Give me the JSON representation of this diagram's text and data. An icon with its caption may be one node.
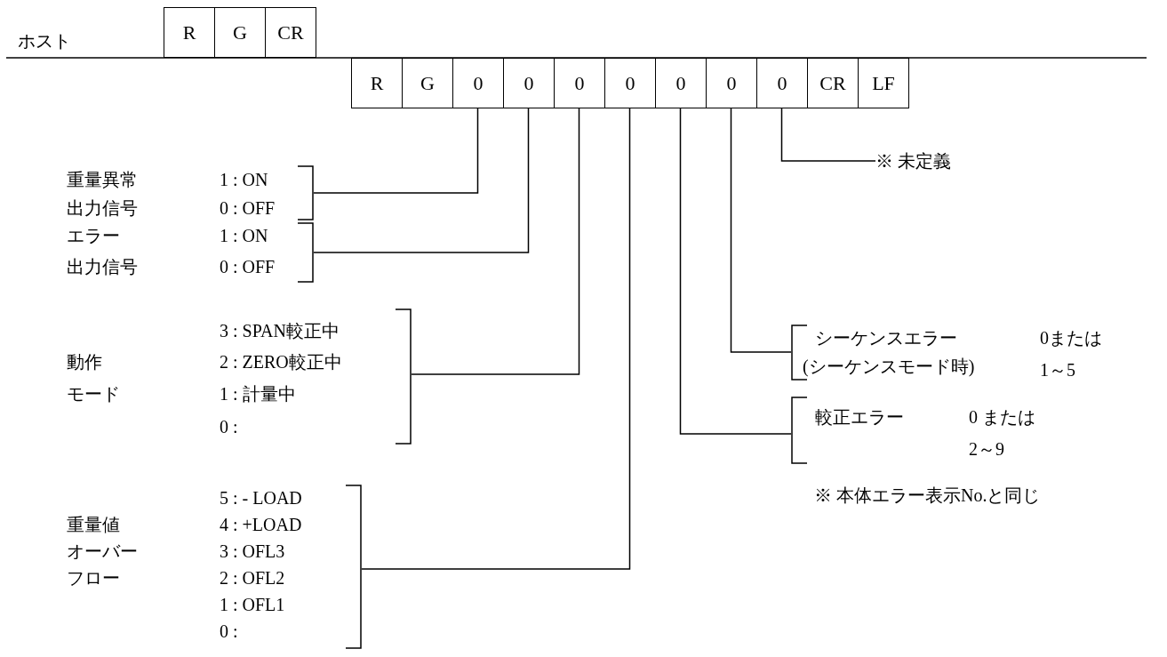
{
  "diagram": {
    "nodes": [
      {
        "text": [
          "R"
        ]
      },
      {
        "text": [
          "G"
        ]
      },
      {
        "text": [
          "CR"
        ]
      },
      {
        "text": [
          "R"
        ]
      },
      {
        "text": [
          "G"
        ]
      },
      {
        "text": [
          "0"
        ]
      },
      {
        "text": [
          "0"
        ]
      },
      {
        "text": [
          "0"
        ]
      },
      {
        "text": [
          "0"
        ]
      },
      {
        "text": [
          "0"
        ]
      },
      {
        "text": [
          "0"
        ]
      },
      {
        "text": [
          "0"
        ]
      },
      {
        "text": [
          "CR"
        ]
      },
      {
        "text": [
          "LF"
        ]
      },
      {
        "text": [
          "重量異常",
          "出力信号",
          "1 : ON",
          "0 : OFF"
        ]
      },
      {
        "text": [
          "エラー",
          "出力信号",
          "1 : ON",
          "0 : OFF"
        ]
      },
      {
        "text": [
          "動作",
          "モード",
          "3 : SPAN較正中",
          "2 : ZERO較正中",
          "1 : 計量中",
          "0 :"
        ]
      },
      {
        "text": [
          "重量値",
          "オーバー",
          "フロー",
          "5 : - LOAD",
          "4 : +LOAD",
          "3 : OFL3",
          "2 : OFL2",
          "1 : OFL1",
          "0 :"
        ]
      },
      {
        "text": [
          "較正エラー",
          "0 または 2～9"
        ]
      },
      {
        "text": [
          "シーケンスエラー",
          "(シーケンスモード時)",
          "0または 1～5"
        ]
      },
      {
        "text": [
          "※ 未定義"
        ]
      }
    ],
    "edges": [
      {
        "from": 5,
        "to": 14,
        "arrow": "none"
      },
      {
        "from": 6,
        "to": 15,
        "arrow": "none"
      },
      {
        "from": 7,
        "to": 16,
        "arrow": "none"
      },
      {
        "from": 8,
        "to": 17,
        "arrow": "none"
      },
      {
        "from": 9,
        "to": 18,
        "arrow": "none"
      },
      {
        "from": 10,
        "to": 19,
        "arrow": "none"
      },
      {
        "from": 11,
        "to": 20,
        "arrow": "none"
      }
    ],
    "labels": [
      "ホスト",
      "※ 本体エラー表示No.と同じ"
    ]
  }
}
